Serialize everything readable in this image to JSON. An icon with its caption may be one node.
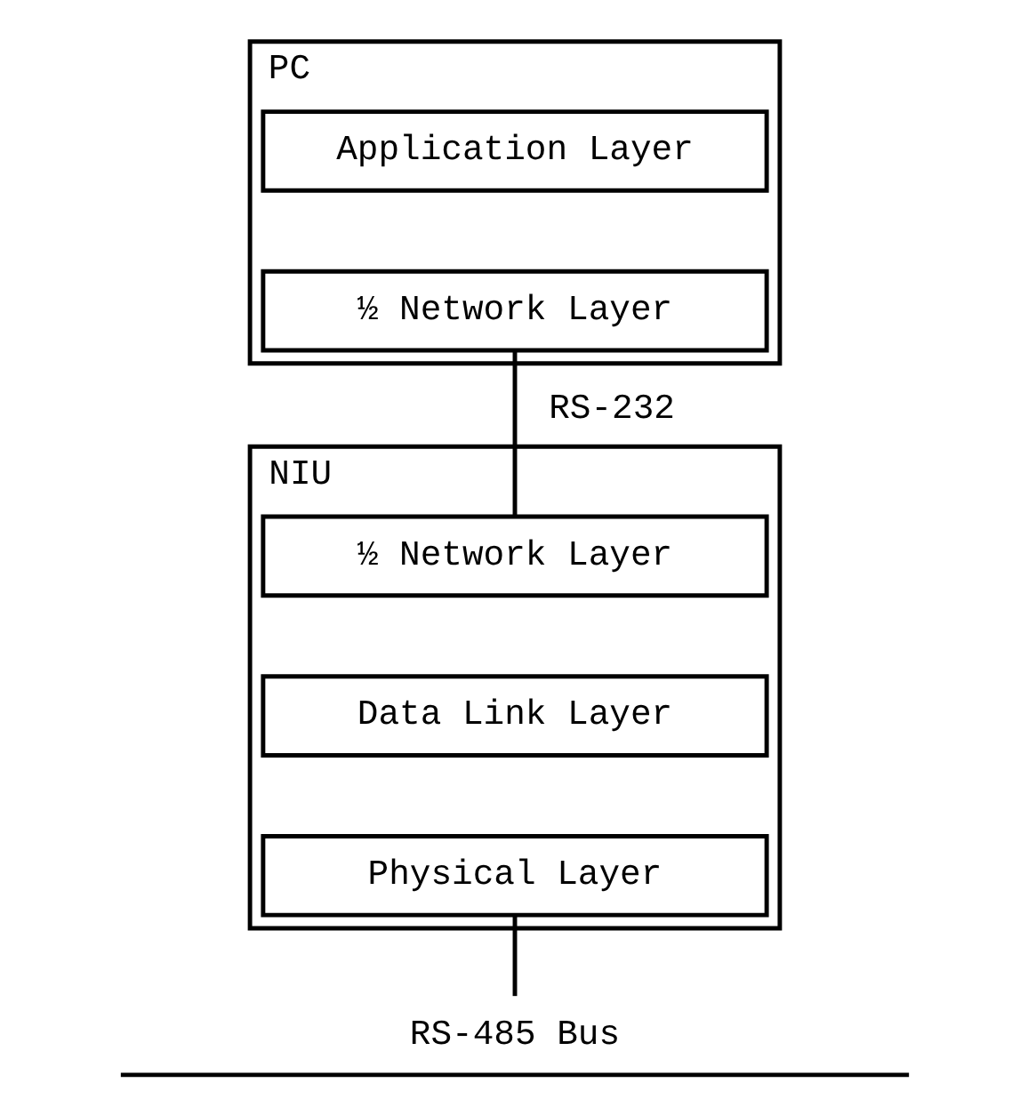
{
  "diagram": {
    "nodes": [
      {
        "text": [
          "PC"
        ]
      },
      {
        "text": [
          "Application Layer"
        ],
        "in": 0
      },
      {
        "text": [
          "½ Network Layer"
        ],
        "in": 0
      },
      {
        "text": [
          "NIU"
        ]
      },
      {
        "text": [
          "½ Network Layer"
        ],
        "in": 3
      },
      {
        "text": [
          "Data Link Layer"
        ],
        "in": 3
      },
      {
        "text": [
          "Physical Layer"
        ],
        "in": 3
      },
      {
        "text": [
          "RS-485 Bus"
        ]
      }
    ],
    "edges": [
      {
        "from": 2,
        "to": 4,
        "arrow": "none",
        "label": "RS-232"
      },
      {
        "from": 6,
        "to": 7,
        "arrow": "none"
      }
    ]
  }
}
